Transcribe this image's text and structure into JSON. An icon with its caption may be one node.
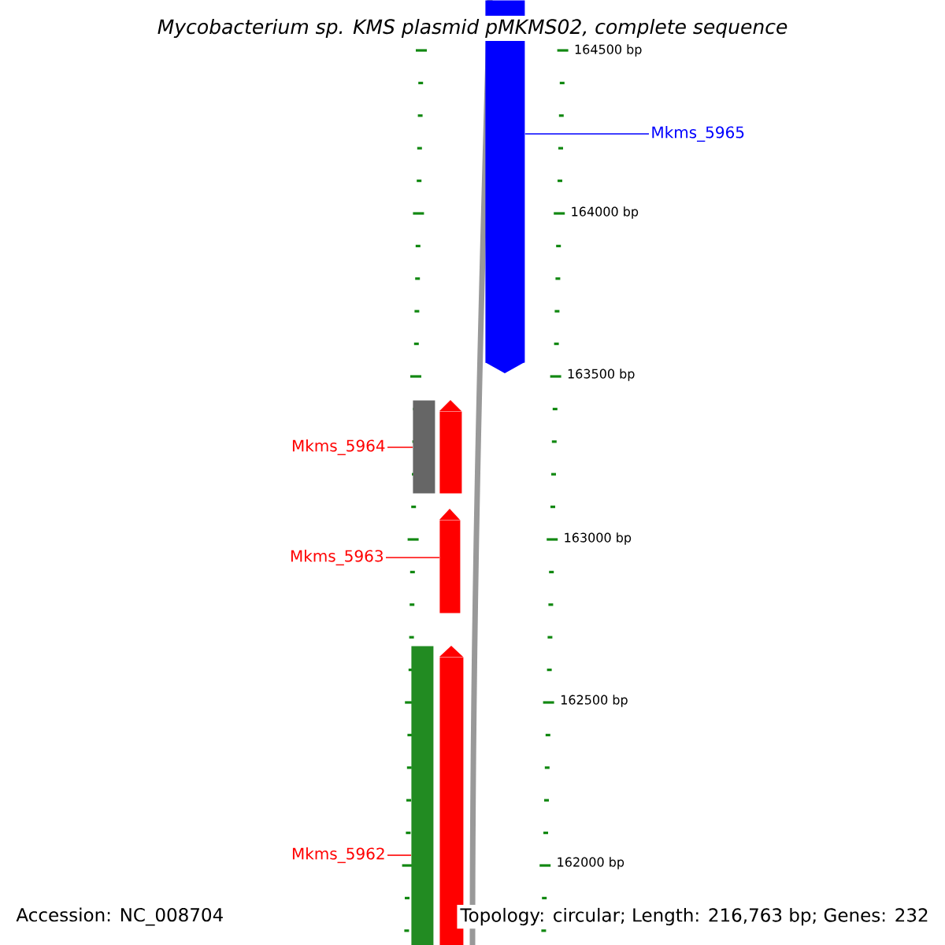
{
  "diagram": {
    "title": "Mycobacterium sp. KMS plasmid pMKMS02, complete sequence",
    "nodes": [
      {
        "text": [],
        "shape": "bar"
      },
      {
        "text": [
          "Mkms_5965"
        ]
      },
      {
        "text": [
          "Mkms_5964"
        ]
      },
      {
        "text": [],
        "shape": "bar"
      },
      {
        "text": [],
        "shape": "bar"
      },
      {
        "text": [
          "Mkms_5963"
        ]
      },
      {
        "text": [],
        "shape": "bar"
      },
      {
        "text": [
          "Mkms_5962"
        ]
      },
      {
        "text": [],
        "shape": "bar"
      },
      {
        "text": [],
        "shape": "bar"
      }
    ],
    "edges": [
      {
        "from": 1,
        "to": 0,
        "arrow": "none",
        "color": "#0000ff"
      },
      {
        "from": 2,
        "to": 3,
        "arrow": "none"
      },
      {
        "from": 5,
        "to": 6,
        "arrow": "none"
      },
      {
        "from": 7,
        "to": 8,
        "arrow": "none"
      }
    ],
    "labels": [
      "164500 bp",
      "164000 bp",
      "163500 bp",
      "163000 bp",
      "162500 bp",
      "162000 bp",
      "Accession: NC_008704",
      "Topology: circular; Length: 216,763 bp; Genes: 232"
    ]
  }
}
